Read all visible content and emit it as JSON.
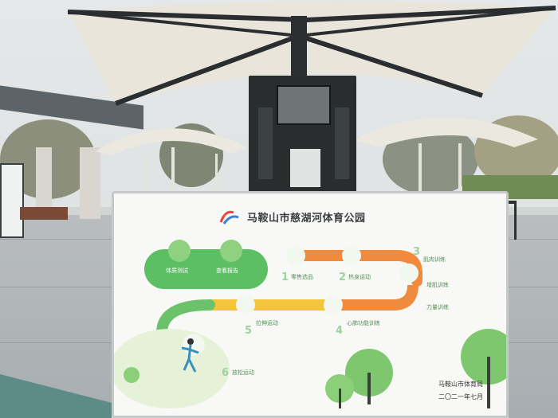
{
  "scene": {
    "description_tags": [
      "park",
      "shade-umbrella",
      "fitness-kiosk",
      "info-board"
    ]
  },
  "board": {
    "title": "马鞍山市慈湖河体育公园",
    "footer_org": "马鞍山市体育局",
    "footer_date": "二〇二一年七月",
    "steps": [
      {
        "num": "",
        "label": "体质测试"
      },
      {
        "num": "",
        "label": "查看报告"
      },
      {
        "num": "1",
        "label": "零售选品"
      },
      {
        "num": "2",
        "label": "热身运动"
      },
      {
        "num": "3",
        "label": "肌肉训练"
      },
      {
        "num": "4",
        "label": "心肺功能训练"
      },
      {
        "num": "5",
        "label": "拉伸运动"
      },
      {
        "num": "6",
        "label": "放松运动"
      }
    ],
    "right_items": [
      "肌肉训练",
      "增肌训练",
      "力量训练"
    ]
  },
  "colors": {
    "green": "#5cbf63",
    "orange": "#f08a3c",
    "yellow": "#f2c53a",
    "sky": "#e4e8ea"
  }
}
